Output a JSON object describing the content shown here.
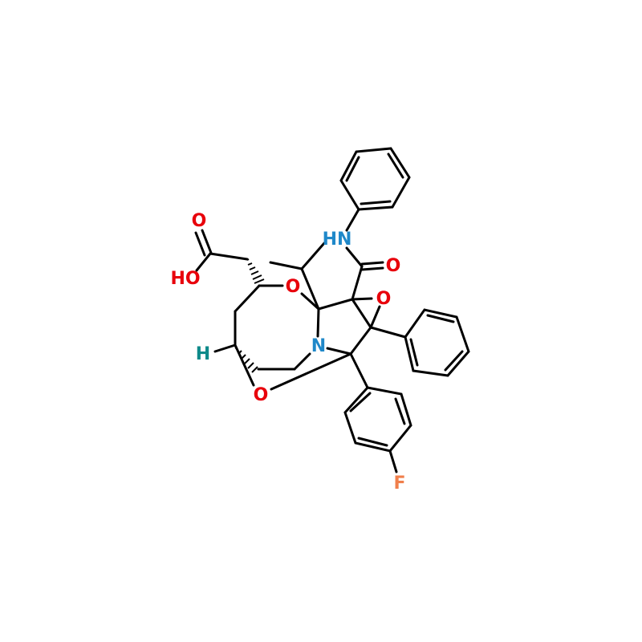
{
  "colors": {
    "oxygen": "#E8000B",
    "nitrogen": "#1F88C9",
    "fluorine": "#F07F4B",
    "hydrogen": "#0E8A8A",
    "bond": "#000000",
    "background": "#ffffff"
  },
  "labels": {
    "carbonyl_o": "O",
    "hydroxyl": "HO",
    "ring_o_top": "O",
    "epoxide_o": "O",
    "amide_o": "O",
    "amide_nh": "HN",
    "ring_n": "N",
    "bridge_o": "O",
    "stereo_h": "H",
    "fluorine": "F"
  }
}
